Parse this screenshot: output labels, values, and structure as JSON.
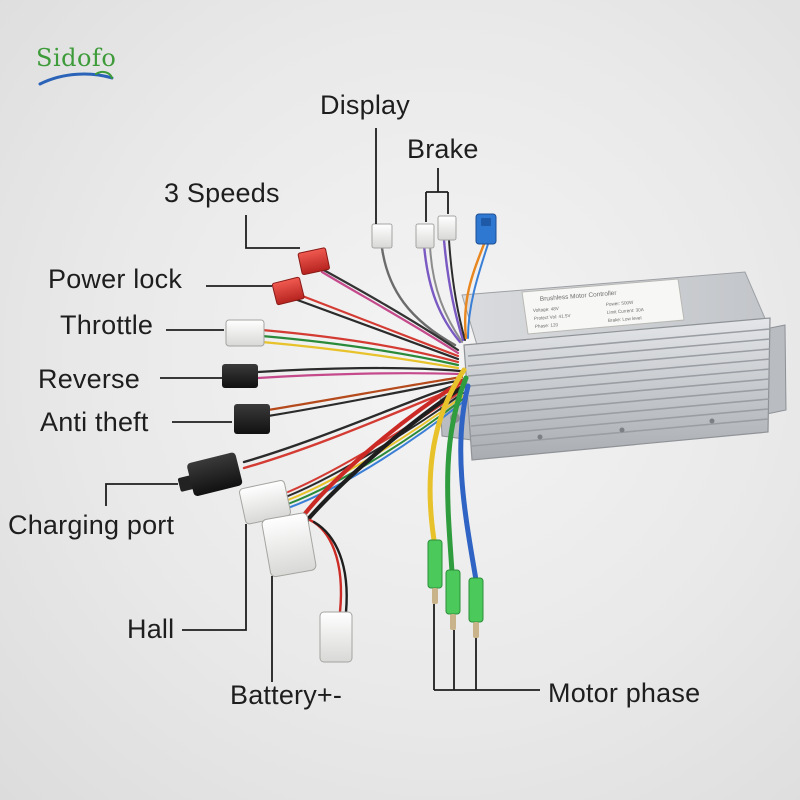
{
  "brand": {
    "name": "Sidofo"
  },
  "controller": {
    "title": "Brushless Motor Controller",
    "specs": [
      "Voltage: 48V",
      "Power: 500W",
      "Protect Vol: 41.5V",
      "Limit Current: 30A",
      "Phase: 120",
      "Brake: Low level"
    ]
  },
  "callouts": {
    "display": "Display",
    "brake": "Brake",
    "three_speeds": "3 Speeds",
    "power_lock": "Power lock",
    "throttle": "Throttle",
    "reverse": "Reverse",
    "anti_theft": "Anti theft",
    "charging_port": "Charging port",
    "hall": "Hall",
    "battery": "Battery+-",
    "motor_phase": "Motor phase"
  },
  "colors": {
    "controller_body": "#c9ccd0",
    "connector_red": "#d83a34",
    "connector_white": "#f2f2f0",
    "connector_black": "#1c1c1c",
    "connector_blue": "#2f78d2",
    "connector_green": "#4bc95a",
    "brand_green": "#3e9b3a",
    "brand_blue": "#2a63b8"
  }
}
